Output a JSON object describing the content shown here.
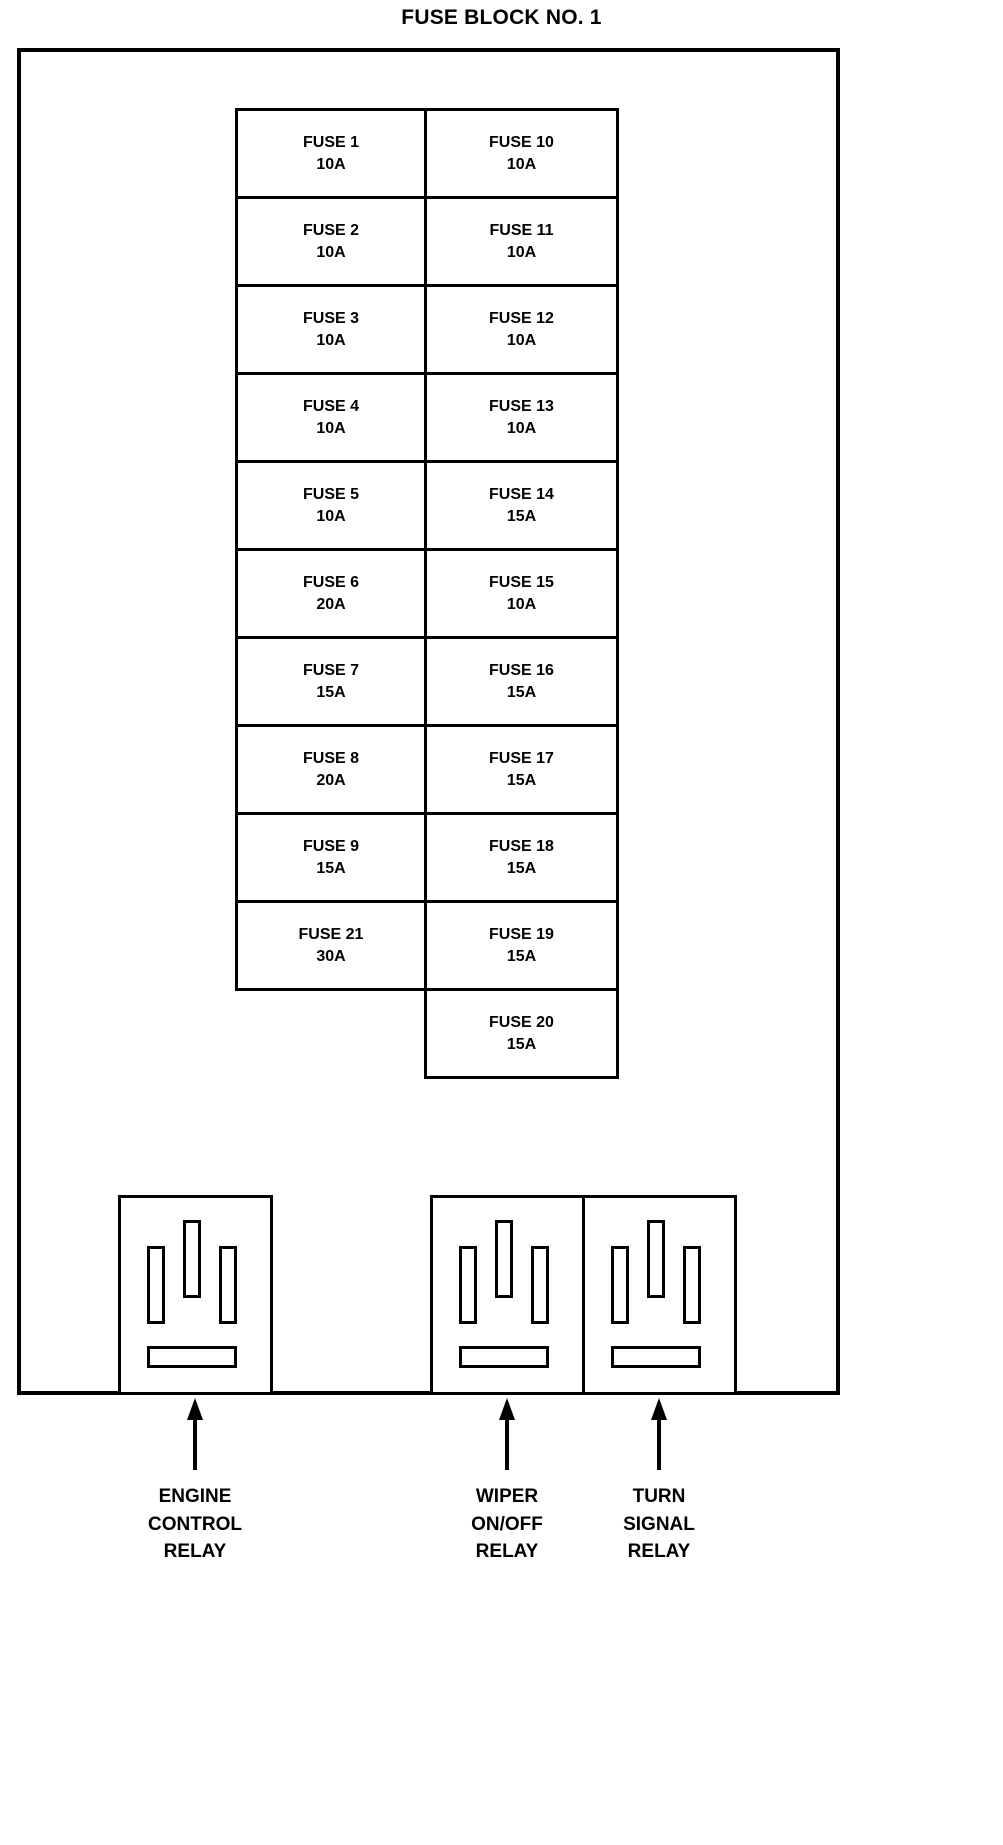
{
  "title": "FUSE BLOCK NO. 1",
  "fuse_grid": {
    "left_column": [
      {
        "name": "FUSE 1",
        "rating": "10A"
      },
      {
        "name": "FUSE 2",
        "rating": "10A"
      },
      {
        "name": "FUSE 3",
        "rating": "10A"
      },
      {
        "name": "FUSE 4",
        "rating": "10A"
      },
      {
        "name": "FUSE 5",
        "rating": "10A"
      },
      {
        "name": "FUSE 6",
        "rating": "20A"
      },
      {
        "name": "FUSE 7",
        "rating": "15A"
      },
      {
        "name": "FUSE 8",
        "rating": "20A"
      },
      {
        "name": "FUSE 9",
        "rating": "15A"
      },
      {
        "name": "FUSE 21",
        "rating": "30A"
      }
    ],
    "right_column": [
      {
        "name": "FUSE 10",
        "rating": "10A"
      },
      {
        "name": "FUSE 11",
        "rating": "10A"
      },
      {
        "name": "FUSE 12",
        "rating": "10A"
      },
      {
        "name": "FUSE 13",
        "rating": "10A"
      },
      {
        "name": "FUSE 14",
        "rating": "15A"
      },
      {
        "name": "FUSE 15",
        "rating": "10A"
      },
      {
        "name": "FUSE 16",
        "rating": "15A"
      },
      {
        "name": "FUSE 17",
        "rating": "15A"
      },
      {
        "name": "FUSE 18",
        "rating": "15A"
      },
      {
        "name": "FUSE 19",
        "rating": "15A"
      },
      {
        "name": "FUSE 20",
        "rating": "15A"
      }
    ]
  },
  "relays": [
    {
      "label": "ENGINE\nCONTROL\nRELAY",
      "line1": "ENGINE",
      "line2": "CONTROL",
      "line3": "RELAY"
    },
    {
      "label": "WIPER\nON/OFF\nRELAY",
      "line1": "WIPER",
      "line2": "ON/OFF",
      "line3": "RELAY"
    },
    {
      "label": "TURN\nSIGNAL\nRELAY",
      "line1": "TURN",
      "line2": "SIGNAL",
      "line3": "RELAY"
    }
  ],
  "colors": {
    "line": "#000000",
    "background": "#ffffff"
  }
}
